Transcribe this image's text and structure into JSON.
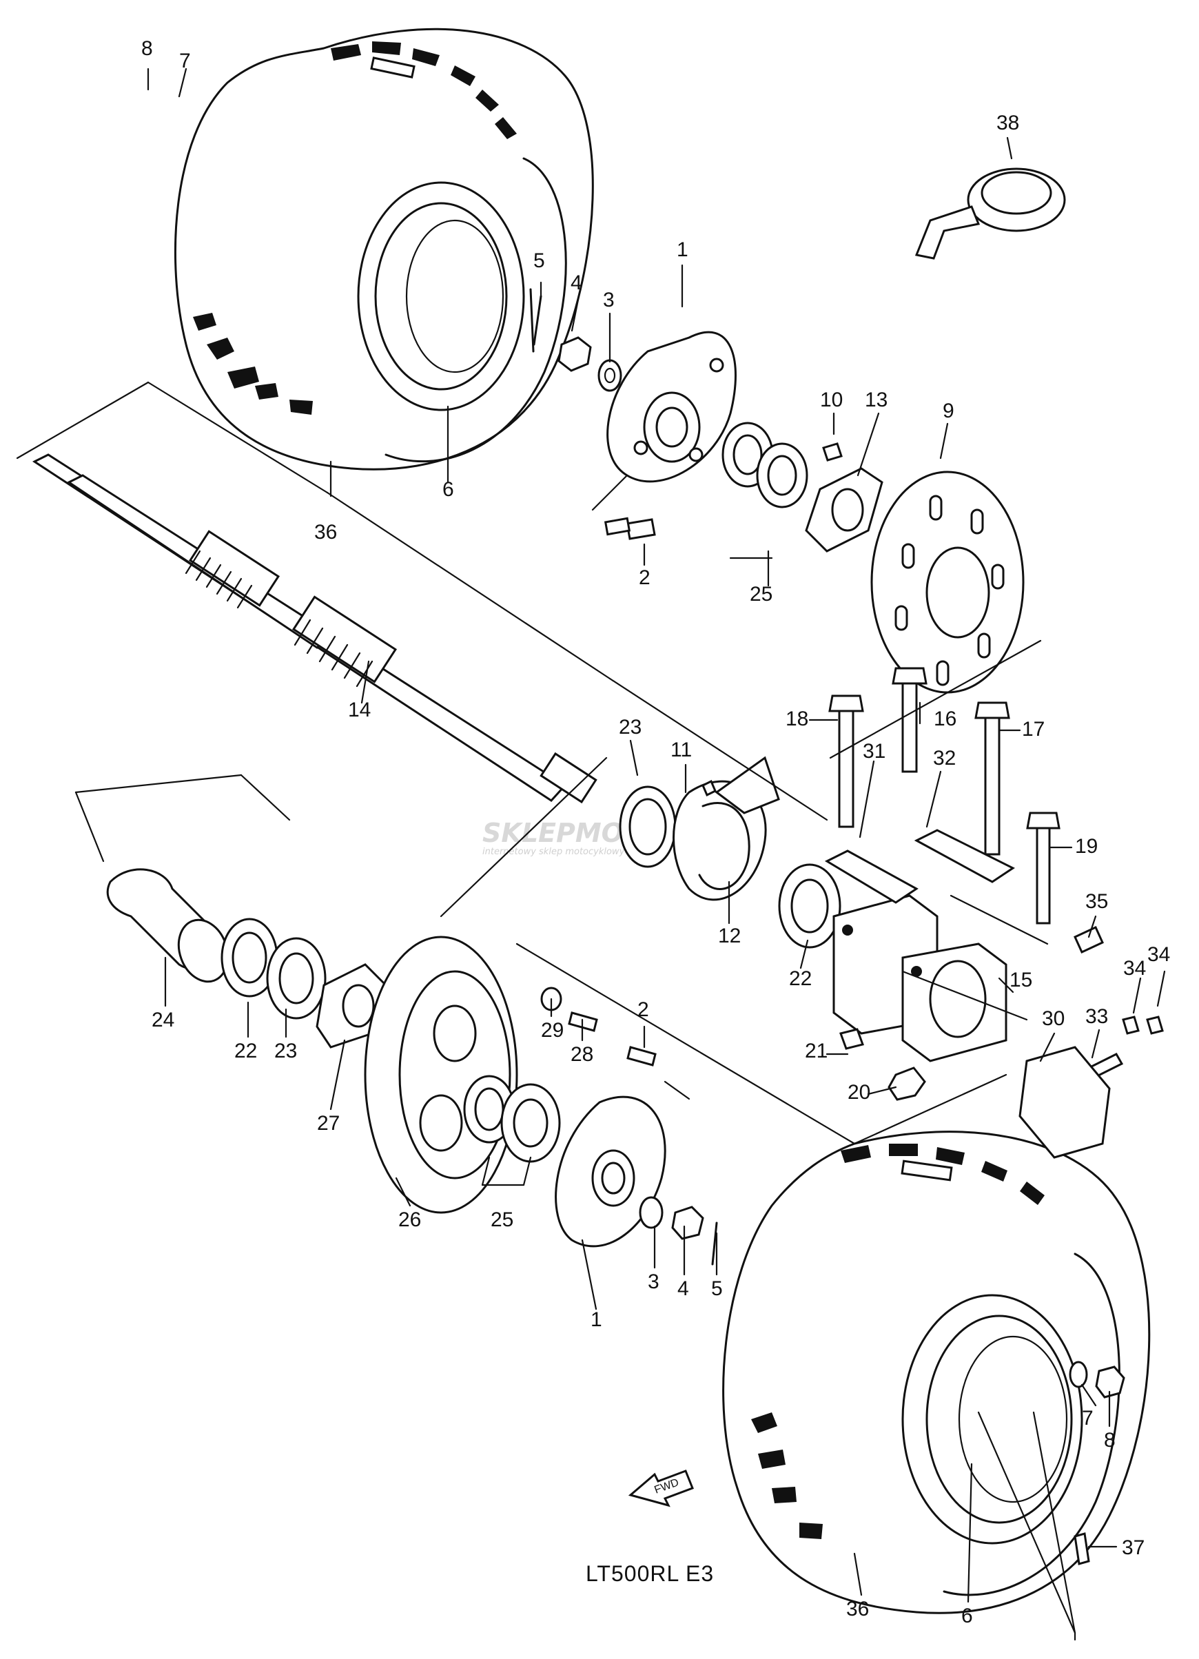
{
  "watermark": {
    "brand": "SKLEPMOTO",
    "tagline": "internetowy sklep motocyklowy"
  },
  "model_code": "LT500RL  E3",
  "fwd_badge": "FWD",
  "callouts": {
    "c8a": "8",
    "c7a": "7",
    "c38": "38",
    "c1a": "1",
    "c5a": "5",
    "c4a": "4",
    "c3a": "3",
    "c10": "10",
    "c13": "13",
    "c9": "9",
    "c6a": "6",
    "c36a": "36",
    "c2a": "2",
    "c25a": "25",
    "c14": "14",
    "c23a": "23",
    "c11": "11",
    "c18": "18",
    "c16": "16",
    "c17": "17",
    "c31": "31",
    "c32": "32",
    "c19": "19",
    "c12": "12",
    "c35": "35",
    "c34a": "34",
    "c34b": "34",
    "c22a": "22",
    "c15": "15",
    "c33": "33",
    "c30": "30",
    "c21": "21",
    "c20": "20",
    "c24": "24",
    "c22b": "22",
    "c23b": "23",
    "c27": "27",
    "c29": "29",
    "c28": "28",
    "c2b": "2",
    "c26": "26",
    "c25b": "25",
    "c1b": "1",
    "c3b": "3",
    "c4b": "4",
    "c5b": "5",
    "c7b": "7",
    "c8b": "8",
    "c37": "37",
    "c36b": "36",
    "c6b": "6"
  }
}
